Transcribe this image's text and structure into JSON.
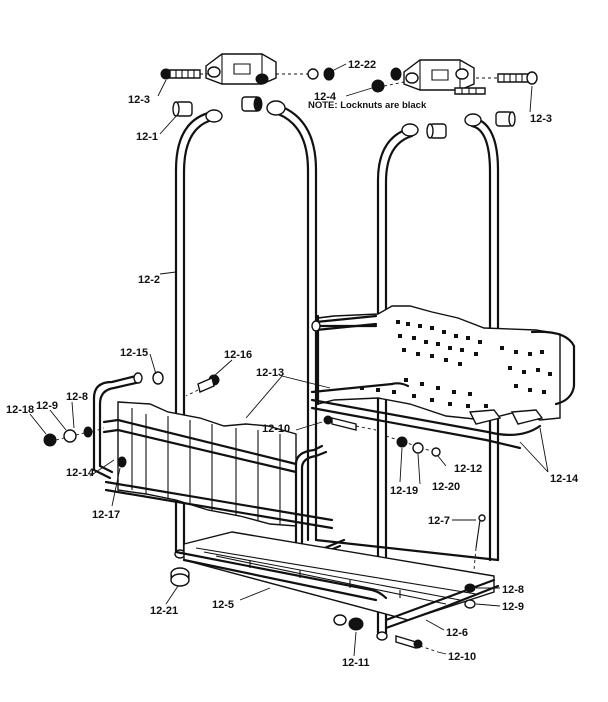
{
  "note": "NOTE: Locknuts are black",
  "callouts": [
    {
      "id": "c1",
      "text": "12-3"
    },
    {
      "id": "c2",
      "text": "12-1"
    },
    {
      "id": "c3",
      "text": "12-22"
    },
    {
      "id": "c4",
      "text": "12-4"
    },
    {
      "id": "c5",
      "text": "12-3"
    },
    {
      "id": "c6",
      "text": "12-2"
    },
    {
      "id": "c7",
      "text": "12-15"
    },
    {
      "id": "c8",
      "text": "12-16"
    },
    {
      "id": "c9",
      "text": "12-13"
    },
    {
      "id": "c10",
      "text": "12-8"
    },
    {
      "id": "c11",
      "text": "12-9"
    },
    {
      "id": "c12",
      "text": "12-18"
    },
    {
      "id": "c13",
      "text": "12-10"
    },
    {
      "id": "c14",
      "text": "12-14"
    },
    {
      "id": "c15",
      "text": "12-19"
    },
    {
      "id": "c16",
      "text": "12-20"
    },
    {
      "id": "c17",
      "text": "12-12"
    },
    {
      "id": "c18",
      "text": "12-14"
    },
    {
      "id": "c19",
      "text": "12-17"
    },
    {
      "id": "c20",
      "text": "12-7"
    },
    {
      "id": "c21",
      "text": "12-8"
    },
    {
      "id": "c22",
      "text": "12-9"
    },
    {
      "id": "c23",
      "text": "12-21"
    },
    {
      "id": "c24",
      "text": "12-5"
    },
    {
      "id": "c25",
      "text": "12-6"
    },
    {
      "id": "c26",
      "text": "12-11"
    },
    {
      "id": "c27",
      "text": "12-10"
    }
  ]
}
